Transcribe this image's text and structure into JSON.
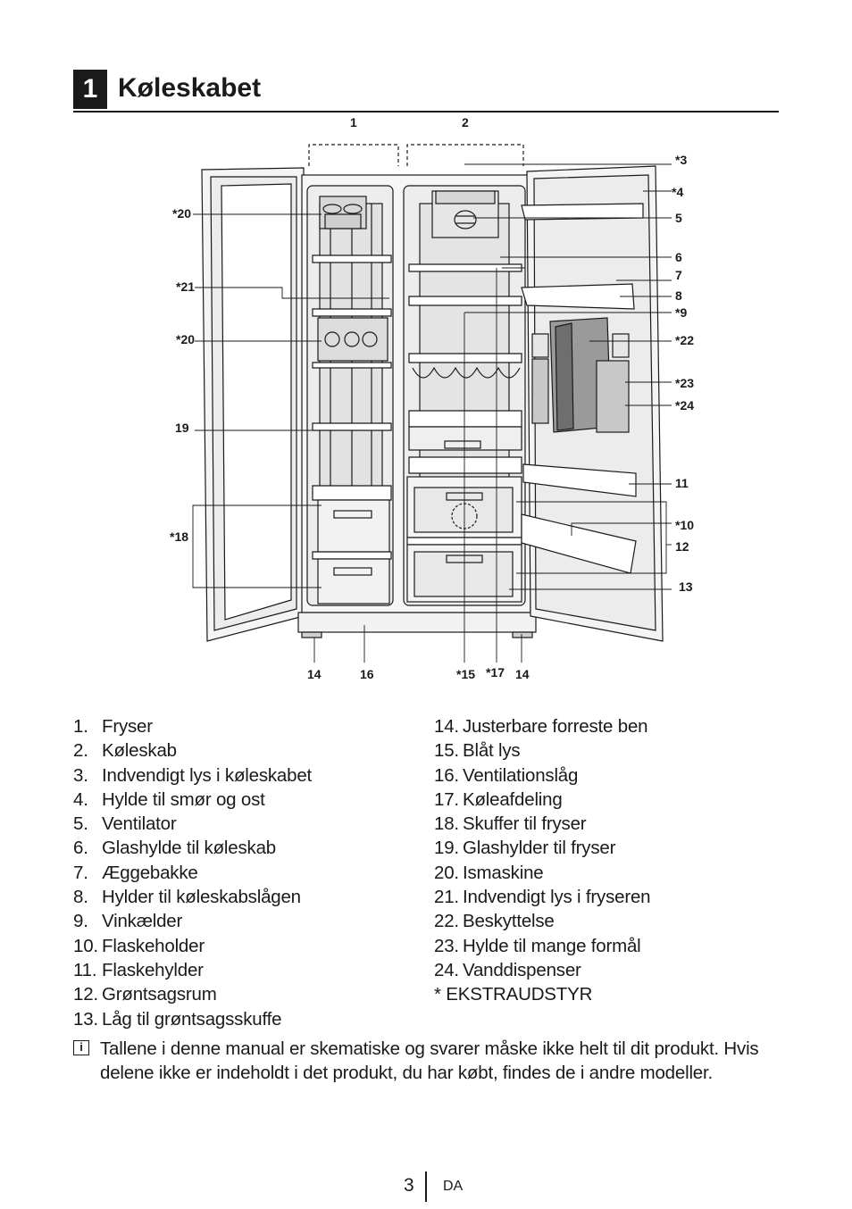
{
  "header": {
    "chapter_number": "1",
    "chapter_title": "Køleskabet"
  },
  "diagram": {
    "callouts": {
      "c1": "1",
      "c2": "2",
      "c3": "*3",
      "c4": "*4",
      "c5": "5",
      "c6": "6",
      "c7": "7",
      "c8": "8",
      "c9": "*9",
      "c22": "*22",
      "c23": "*23",
      "c24": "*24",
      "c11": "11",
      "c10": "*10",
      "c12": "12",
      "c13": "13",
      "c20a": "*20",
      "c21": "*21",
      "c20b": "*20",
      "c19": "19",
      "c18": "*18",
      "c14a": "14",
      "c16": "16",
      "c15": "*15",
      "c17": "*17",
      "c14b": "14"
    }
  },
  "parts_left": [
    {
      "num": "1.",
      "label": "Fryser"
    },
    {
      "num": "2.",
      "label": "Køleskab"
    },
    {
      "num": "3.",
      "label": "Indvendigt lys i køleskabet"
    },
    {
      "num": "4.",
      "label": "Hylde til smør og ost"
    },
    {
      "num": "5.",
      "label": "Ventilator"
    },
    {
      "num": "6.",
      "label": "Glashylde til køleskab"
    },
    {
      "num": "7.",
      "label": "Æggebakke"
    },
    {
      "num": "8.",
      "label": "Hylder til køleskabslågen"
    },
    {
      "num": "9.",
      "label": "Vinkælder"
    },
    {
      "num": "10.",
      "label": "Flaskeholder"
    },
    {
      "num": "11.",
      "label": "Flaskehylder"
    },
    {
      "num": "12.",
      "label": "Grøntsagsrum"
    },
    {
      "num": "13.",
      "label": "Låg til grøntsagsskuffe"
    }
  ],
  "parts_right": [
    {
      "num": "14.",
      "label": "Justerbare forreste ben"
    },
    {
      "num": "15.",
      "label": "Blåt lys"
    },
    {
      "num": "16.",
      "label": "Ventilationslåg"
    },
    {
      "num": "17.",
      "label": "Køleafdeling"
    },
    {
      "num": "18.",
      "label": "Skuffer til fryser"
    },
    {
      "num": "19.",
      "label": "Glashylder til fryser"
    },
    {
      "num": "20.",
      "label": "Ismaskine"
    },
    {
      "num": "21.",
      "label": "Indvendigt lys i fryseren"
    },
    {
      "num": "22.",
      "label": "Beskyttelse"
    },
    {
      "num": "23.",
      "label": "Hylde til mange formål"
    },
    {
      "num": "24.",
      "label": "Vanddispenser"
    },
    {
      "num": "",
      "label": "* EKSTRAUDSTYR"
    }
  ],
  "note": {
    "icon": "info-icon",
    "text": "Tallene i denne manual er skematiske og svarer måske ikke helt til dit produkt. Hvis delene ikke er indeholdt i det produkt, du har købt, findes de i andre modeller."
  },
  "footer": {
    "page": "3",
    "language": "DA"
  }
}
